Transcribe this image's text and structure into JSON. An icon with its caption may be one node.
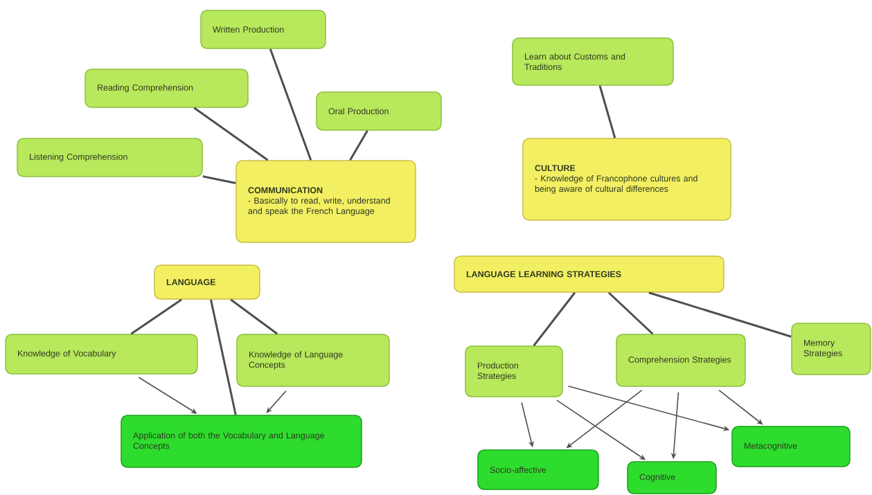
{
  "diagram": {
    "nodes": [
      {
        "text": [
          "Written Production"
        ]
      },
      {
        "text": [
          "Reading Comprehension"
        ]
      },
      {
        "text": [
          "Oral Production"
        ]
      },
      {
        "text": [
          "Listening Comprehension"
        ]
      },
      {
        "text": [
          "COMMUNICATION",
          "- Basically to read, write, understand and speak the French Language"
        ]
      },
      {
        "text": [
          "Learn about Customs and Traditions"
        ]
      },
      {
        "text": [
          "CULTURE",
          "- Knowledge of Francophone cultures and being aware of cultural differences"
        ]
      },
      {
        "text": [
          "LANGUAGE"
        ]
      },
      {
        "text": [
          "LANGUAGE LEARNING STRATEGIES"
        ]
      },
      {
        "text": [
          "Knowledge of Vocabulary"
        ]
      },
      {
        "text": [
          "Knowledge of Language Concepts"
        ]
      },
      {
        "text": [
          "Application of both the Vocabulary and Language Concepts"
        ]
      },
      {
        "text": [
          "Production Strategies"
        ]
      },
      {
        "text": [
          "Comprehension Strategies"
        ]
      },
      {
        "text": [
          "Memory Strategies"
        ]
      },
      {
        "text": [
          "Socio-affective"
        ]
      },
      {
        "text": [
          "Cognitive"
        ]
      },
      {
        "text": [
          "Metacognitive"
        ]
      }
    ],
    "edges": [
      {
        "from": 0,
        "to": 4,
        "arrow": "none"
      },
      {
        "from": 1,
        "to": 4,
        "arrow": "none"
      },
      {
        "from": 2,
        "to": 4,
        "arrow": "none"
      },
      {
        "from": 3,
        "to": 4,
        "arrow": "none"
      },
      {
        "from": 5,
        "to": 6,
        "arrow": "none"
      },
      {
        "from": 7,
        "to": 9,
        "arrow": "none"
      },
      {
        "from": 7,
        "to": 10,
        "arrow": "none"
      },
      {
        "from": 7,
        "to": 11,
        "arrow": "none"
      },
      {
        "from": 8,
        "to": 12,
        "arrow": "none"
      },
      {
        "from": 8,
        "to": 13,
        "arrow": "none"
      },
      {
        "from": 8,
        "to": 14,
        "arrow": "none"
      },
      {
        "from": 9,
        "to": 11,
        "arrow": "to"
      },
      {
        "from": 10,
        "to": 11,
        "arrow": "to"
      },
      {
        "from": 12,
        "to": 15,
        "arrow": "to"
      },
      {
        "from": 12,
        "to": 16,
        "arrow": "to"
      },
      {
        "from": 12,
        "to": 17,
        "arrow": "to"
      },
      {
        "from": 13,
        "to": 15,
        "arrow": "to"
      },
      {
        "from": 13,
        "to": 16,
        "arrow": "to"
      },
      {
        "from": 13,
        "to": 17,
        "arrow": "to"
      }
    ]
  }
}
